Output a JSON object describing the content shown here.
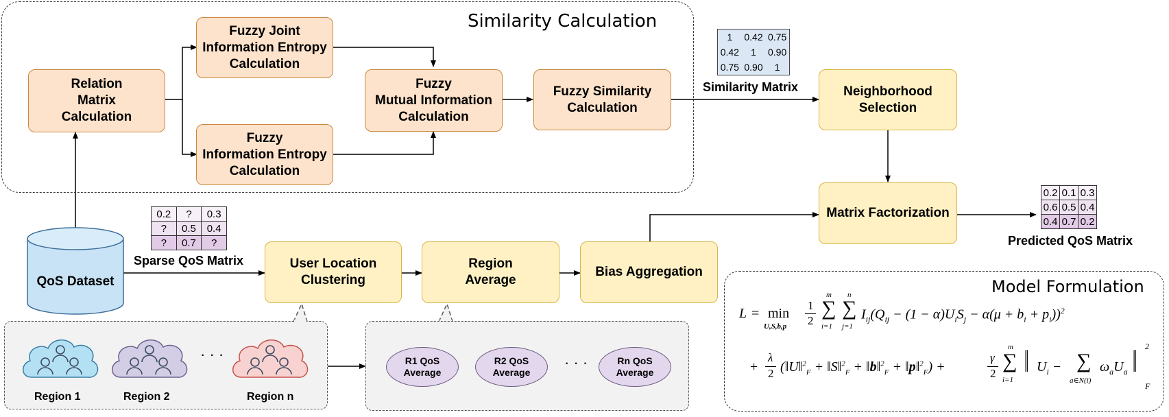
{
  "similarity_section": {
    "title": "Similarity Calculation",
    "relation_matrix": "Relation\nMatrix\nCalculation",
    "fuzzy_joint_entropy": "Fuzzy Joint\nInformation Entropy\nCalculation",
    "fuzzy_entropy": "Fuzzy\nInformation Entropy\nCalculation",
    "fuzzy_mutual_info": "Fuzzy\nMutual Information\nCalculation",
    "fuzzy_similarity": "Fuzzy Similarity\nCalculation"
  },
  "similarity_matrix": {
    "label": "Similarity Matrix",
    "rows": [
      [
        "1",
        "0.42",
        "0.75"
      ],
      [
        "0.42",
        "1",
        "0.90"
      ],
      [
        "0.75",
        "0.90",
        "1"
      ]
    ]
  },
  "neighborhood_selection": "Neighborhood\nSelection",
  "matrix_factorization": "Matrix Factorization",
  "predicted_matrix": {
    "label": "Predicted QoS Matrix",
    "rows": [
      [
        "0.2",
        "0.1",
        "0.3"
      ],
      [
        "0.6",
        "0.5",
        "0.4"
      ],
      [
        "0.4",
        "0.7",
        "0.2"
      ]
    ]
  },
  "sparse_matrix": {
    "label": "Sparse QoS Matrix",
    "rows": [
      [
        "0.2",
        "?",
        "0.3"
      ],
      [
        "?",
        "0.5",
        "0.4"
      ],
      [
        "?",
        "0.7",
        "?"
      ]
    ]
  },
  "qos_dataset": "QoS Dataset",
  "user_location_clustering": "User Location\nClustering",
  "region_average": "Region\nAverage",
  "bias_aggregation": "Bias Aggregation",
  "regions": [
    "Region 1",
    "Region 2",
    "Region n"
  ],
  "region_ellipsis": "· · ·",
  "averages": [
    "R1 QoS\nAverage",
    "R2 QoS\nAverage",
    "Rn QoS\nAverage"
  ],
  "average_ellipsis": "· · ·",
  "model_formulation": {
    "title": "Model Formulation"
  },
  "colors": {
    "orange_fill": "#fde3cb",
    "yellow_fill": "#fff1c4",
    "cloud_1": "#b3e0f2",
    "cloud_2": "#d3cde6",
    "cloud_n": "#f8d2d0",
    "matrix_sim": "#dbe7f5",
    "matrix_pred": "#ead8ee"
  }
}
